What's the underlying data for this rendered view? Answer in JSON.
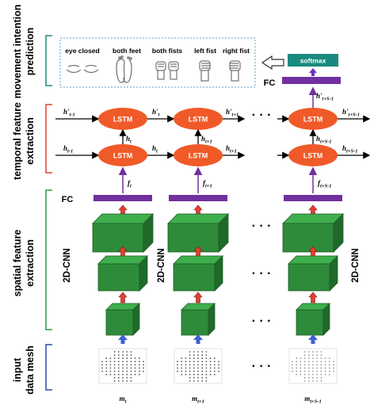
{
  "sections": {
    "prediction": [
      "movement intention",
      "prediction"
    ],
    "temporal": [
      "temporal feature",
      "extraction"
    ],
    "spatial": [
      "spatial feature",
      "extraction"
    ],
    "input": [
      "input",
      "data mesh"
    ]
  },
  "classes": [
    "eye closed",
    "both feet",
    "both fists",
    "left fist",
    "right fist"
  ],
  "softmax_label": "softmax",
  "fc_label": "FC",
  "lstm_label": "LSTM",
  "cnn_label": "2D-CNN",
  "ellipsis": "· · ·",
  "columns": [
    {
      "f": {
        "base": "f",
        "sub": "t"
      },
      "h_up": {
        "base": "h",
        "sub": "t"
      },
      "h_up2": null,
      "in_top": {
        "base": "h'",
        "sub": "t-1"
      },
      "in_bot": {
        "base": "h",
        "sub": "t-1"
      },
      "out_top": {
        "base": "h'",
        "sub": "t"
      },
      "out_bot": {
        "base": "h",
        "sub": "t"
      },
      "mesh": {
        "base": "m",
        "sub": "t"
      }
    },
    {
      "f": {
        "base": "f",
        "sub": "t+1"
      },
      "h_up": {
        "base": "h",
        "sub": "t+1"
      },
      "h_up2": null,
      "out_top": {
        "base": "h'",
        "sub": "t+1"
      },
      "out_bot": {
        "base": "h",
        "sub": "t+1"
      },
      "mesh": {
        "base": "m",
        "sub": "t+1"
      }
    },
    {
      "f": {
        "base": "f",
        "sub": "t+S-1"
      },
      "h_up": {
        "base": "h",
        "sub": "t+S-1"
      },
      "h_up2": {
        "base": "h'",
        "sub": "t+S-1"
      },
      "out_top": {
        "base": "h'",
        "sub": "t+S-1"
      },
      "out_bot": {
        "base": "h",
        "sub": "t+S-1"
      },
      "mesh": {
        "base": "m",
        "sub": "t+S-1"
      }
    }
  ],
  "colors": {
    "lstm": "#f05a28",
    "cnn_front": "#2e8b3a",
    "fc": "#7030a0",
    "softmax": "#1a8a80",
    "red_arrow": "#e04030",
    "blue_arrow": "#4060d0",
    "bracket_blue": "#2a4ab0",
    "bracket_green": "#2a9a40",
    "bracket_red": "#e04030",
    "bracket_teal": "#1a8a80",
    "dash_box": "#5aa0c8"
  }
}
